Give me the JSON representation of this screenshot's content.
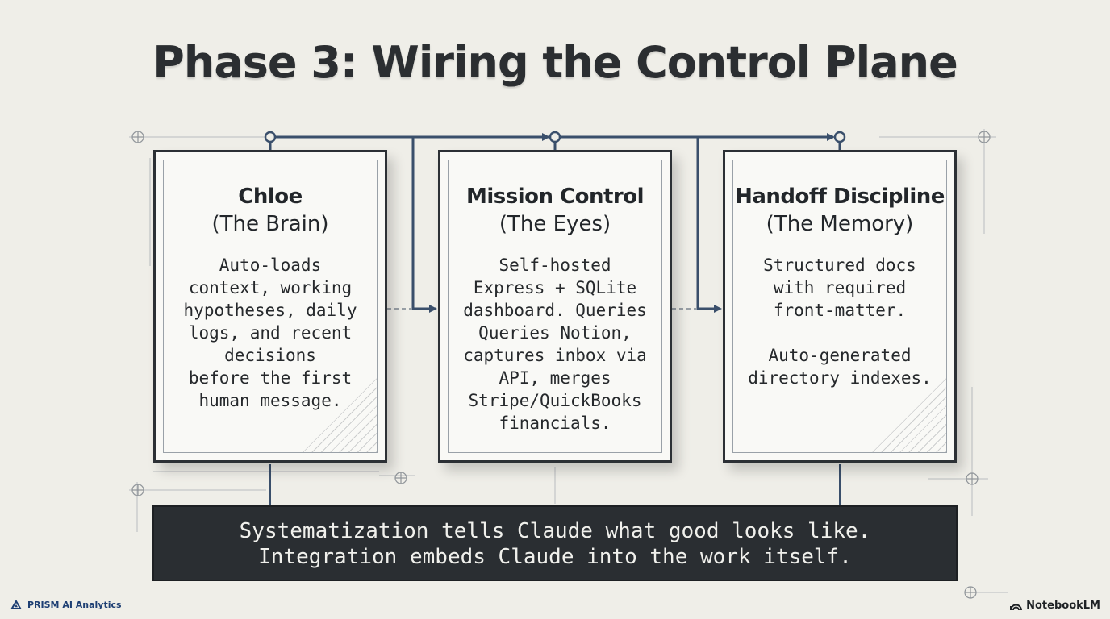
{
  "title": "Phase 3: Wiring the Control Plane",
  "cards": [
    {
      "title": "Chloe",
      "subtitle": "(The Brain)",
      "lines": [
        "Auto-loads",
        "context, working",
        "hypotheses, daily",
        "logs, and recent",
        "decisions",
        "before the first",
        "human message."
      ]
    },
    {
      "title": "Mission Control",
      "subtitle": "(The Eyes)",
      "lines": [
        "Self-hosted",
        "Express + SQLite",
        "dashboard. Queries",
        "Queries Notion,",
        "captures inbox via",
        "API, merges",
        "Stripe/QuickBooks",
        "financials."
      ]
    },
    {
      "title": "Handoff Discipline",
      "subtitle": "(The Memory)",
      "lines": [
        "Structured docs",
        "with required",
        "front-matter.",
        "",
        "Auto-generated",
        "directory indexes."
      ]
    }
  ],
  "banner": {
    "line1": "Systematization tells Claude what good looks like.",
    "line2": "Integration embeds Claude into the work itself."
  },
  "footer": {
    "left_brand": "PRISM AI Analytics",
    "right_brand": "NotebookLM"
  },
  "colors": {
    "wire": "#3a4f6b",
    "card_border": "#2c3035",
    "banner_bg": "#2a2e32",
    "background": "#efeee8",
    "brand_blue": "#1e3f73"
  }
}
